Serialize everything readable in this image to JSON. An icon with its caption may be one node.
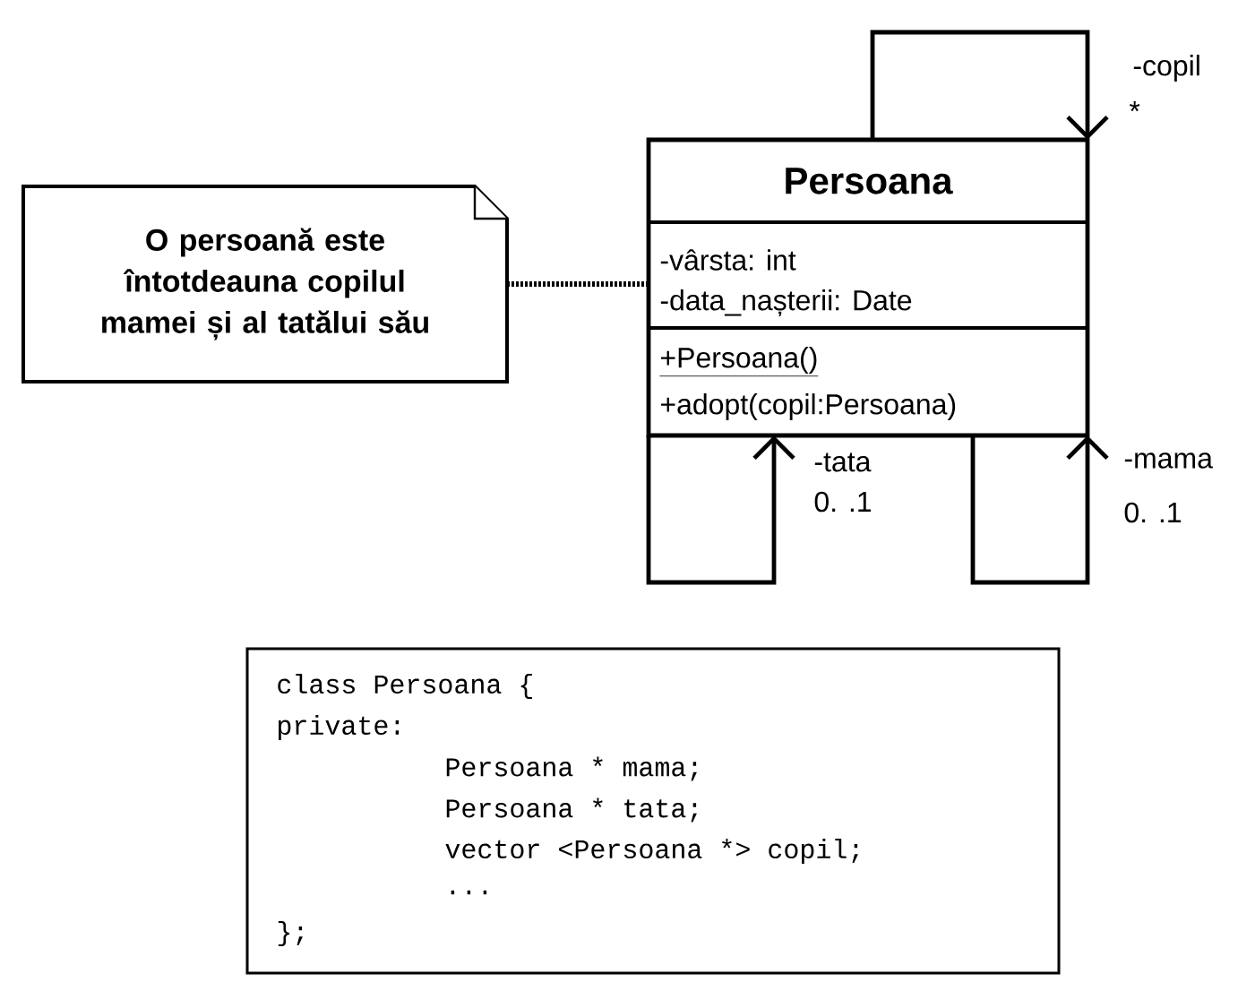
{
  "diagram": {
    "nodes": [
      {
        "text": [
          "O persoană este întotdeauna copilul mamei și al tatălui său"
        ]
      },
      {
        "text": [
          "Persoana",
          "-vârsta: int",
          "-data_nașterii: Date",
          "+Persoana()",
          "+adopt(copil:Persoana)"
        ]
      },
      {
        "text": [
          "class Persoana {",
          "private:",
          "Persoana * mama;",
          "Persoana * tata;",
          "vector <Persoana *> copil;",
          "...",
          "};"
        ]
      }
    ],
    "edges": [
      {
        "from": 1,
        "to": 1,
        "arrow": "to",
        "label": "-copil"
      },
      {
        "from": 1,
        "to": 1,
        "arrow": "to",
        "label": "-tata"
      },
      {
        "from": 1,
        "to": 1,
        "arrow": "to",
        "label": "-mama"
      },
      {
        "from": 0,
        "to": 1,
        "arrow": "none",
        "style": "dashed"
      }
    ],
    "labels": [
      "*",
      "0. .1",
      "0. .1"
    ]
  }
}
